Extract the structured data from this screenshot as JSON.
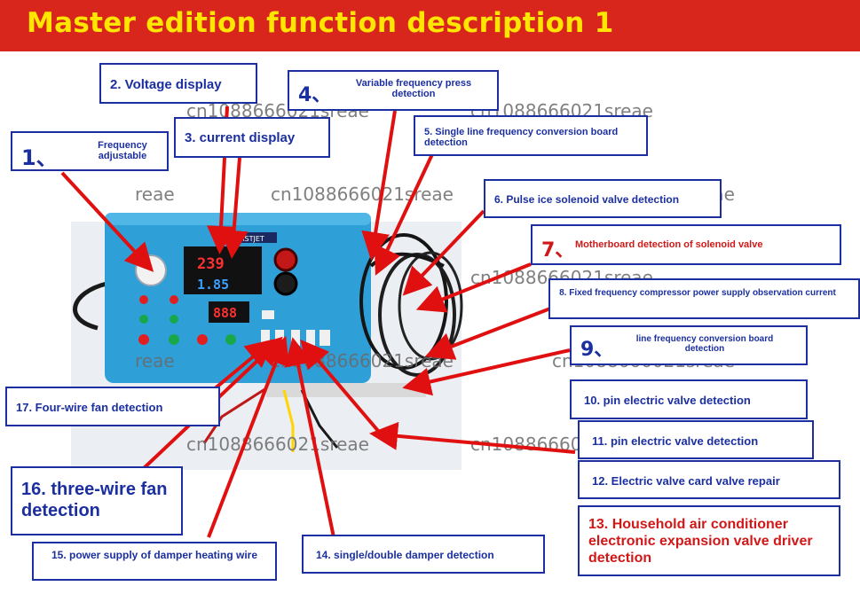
{
  "title": "Master edition function description 1",
  "watermark": "cn1088666021sreae",
  "watermark_partial": "reae",
  "watermark_partial2": "cn10886660",
  "labels": {
    "l1_num": "1、",
    "l1_text": "Frequency adjustable",
    "l2": "2. Voltage display",
    "l3": "3. current display",
    "l4_num": "4、",
    "l4_text": "Variable frequency press detection",
    "l5": "5. Single line frequency conversion board detection",
    "l6": "6. Pulse ice solenoid valve detection",
    "l7_num": "7、",
    "l7_text": "Motherboard detection of solenoid valve",
    "l8": "8. Fixed frequency compressor power supply observation current",
    "l9_num": "9、",
    "l9_text": "line frequency conversion board detection",
    "l10": "10. pin electric valve detection",
    "l11": "11. pin electric valve detection",
    "l12": "12. Electric valve card valve repair",
    "l13": "13. Household air conditioner electronic expansion valve driver detection",
    "l14": "14. single/double damper detection",
    "l15": "15. power supply of damper heating wire",
    "l16": "16. three-wire fan detection",
    "l17": "17. Four-wire fan detection"
  },
  "device": {
    "display_top": "239",
    "display_mid": "1.85",
    "display_low": "888",
    "brand": "EASTJET"
  },
  "colors": {
    "banner": "#d8261d",
    "title": "#ffe600",
    "box_border": "#1b2fa0",
    "box_text": "#1b2fa0",
    "red_text": "#d01818",
    "arrow": "#e01010",
    "device": "#2f9fd8"
  }
}
